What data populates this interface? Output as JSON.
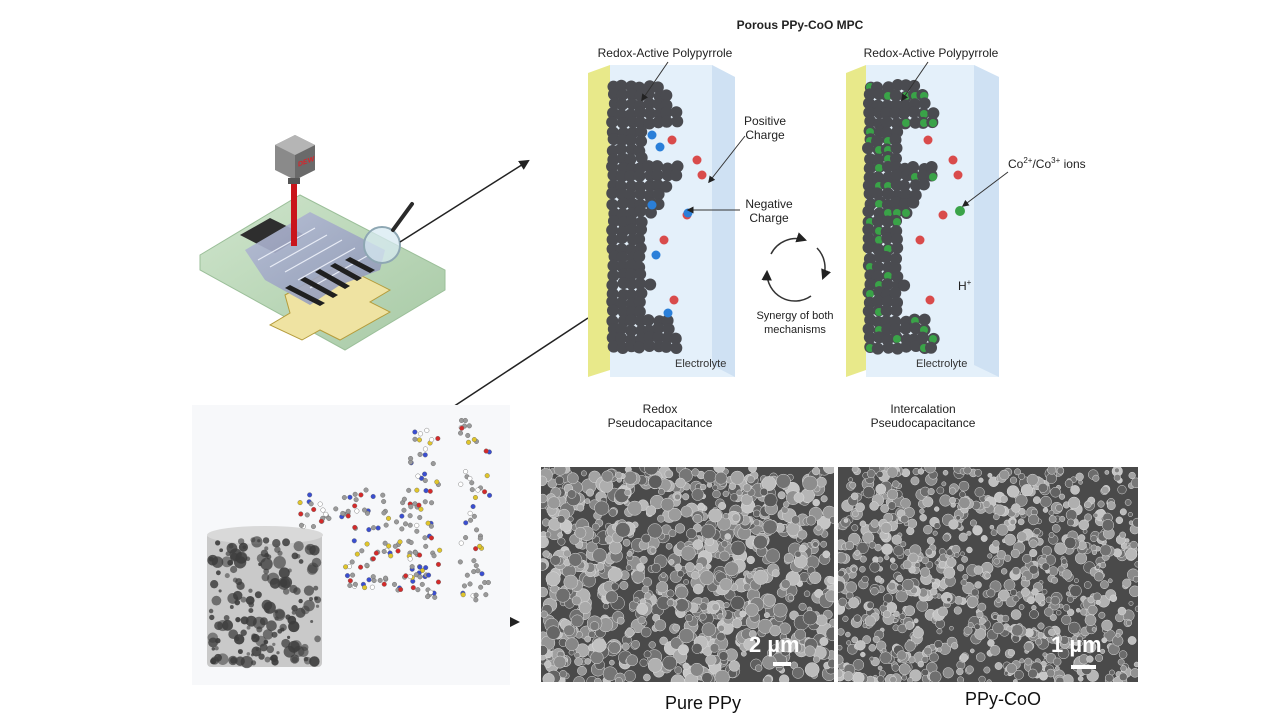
{
  "figure": {
    "title": "Porous PPy-CoO MPC",
    "device": {
      "laser_head_label": "DEW",
      "colors": {
        "laser": "#c9151b",
        "substrate": "#b9d7b7",
        "gold": "#efe3a2",
        "film": "#9aa3c0"
      }
    },
    "mechanism_left": {
      "top_label": "Redox-Active Polypyrrole",
      "positive_label": "Positive Charge",
      "negative_label": "Negative Charge",
      "electrolyte_label": "Electrolyte",
      "caption_line1": "Redox",
      "caption_line2": "Pseudocapacitance"
    },
    "mechanism_right": {
      "top_label": "Redox-Active Polypyrrole",
      "ion_label_prefix": "Co",
      "ion_label_sup1": "2+",
      "ion_label_mid": "/Co",
      "ion_label_sup2": "3+",
      "ion_label_suffix": " ions",
      "proton_label": "H",
      "proton_sup": "+",
      "electrolyte_label": "Electrolyte",
      "caption_line1": "Intercalation",
      "caption_line2": "Pseudocapacitance"
    },
    "synergy": {
      "line1": "Synergy of both",
      "line2": "mechanisms"
    },
    "sem_images": [
      {
        "name": "Pure PPy",
        "scale": "2 µm"
      },
      {
        "name": "PPy-CoO",
        "scale": "1 µm"
      }
    ],
    "colors": {
      "ppy_sphere": "#4a4b50",
      "positive_ion": "#d94b4b",
      "negative_ion": "#2a7fd9",
      "co_ion": "#3aa348",
      "current_collector": "#e8e98a",
      "electrolyte": "#e4f0fa"
    }
  }
}
